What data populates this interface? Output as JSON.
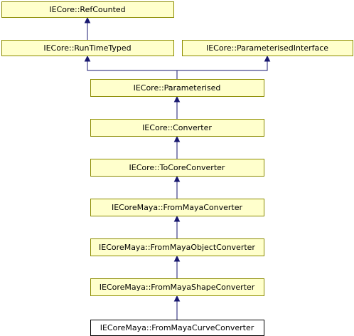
{
  "diagram": {
    "nodes": [
      {
        "id": "refcounted",
        "label": "IECore::RefCounted",
        "current": false
      },
      {
        "id": "runtimetyped",
        "label": "IECore::RunTimeTyped",
        "current": false
      },
      {
        "id": "parameterisedinterface",
        "label": "IECore::ParameterisedInterface",
        "current": false
      },
      {
        "id": "parameterised",
        "label": "IECore::Parameterised",
        "current": false
      },
      {
        "id": "converter",
        "label": "IECore::Converter",
        "current": false
      },
      {
        "id": "tocoreconverter",
        "label": "IECore::ToCoreConverter",
        "current": false
      },
      {
        "id": "frommayaconverter",
        "label": "IECoreMaya::FromMayaConverter",
        "current": false
      },
      {
        "id": "frommayaobjectconverter",
        "label": "IECoreMaya::FromMayaObjectConverter",
        "current": false
      },
      {
        "id": "frommayashapeconverter",
        "label": "IECoreMaya::FromMayaShapeConverter",
        "current": false
      },
      {
        "id": "frommayacurveconverter",
        "label": "IECoreMaya::FromMayaCurveConverter",
        "current": true
      }
    ],
    "edges": [
      {
        "from": "runtimetyped",
        "to": "refcounted"
      },
      {
        "from": "parameterised",
        "to": "runtimetyped"
      },
      {
        "from": "parameterised",
        "to": "parameterisedinterface"
      },
      {
        "from": "converter",
        "to": "parameterised"
      },
      {
        "from": "tocoreconverter",
        "to": "converter"
      },
      {
        "from": "frommayaconverter",
        "to": "tocoreconverter"
      },
      {
        "from": "frommayaobjectconverter",
        "to": "frommayaconverter"
      },
      {
        "from": "frommayashapeconverter",
        "to": "frommayaobjectconverter"
      },
      {
        "from": "frommayacurveconverter",
        "to": "frommayashapeconverter"
      }
    ]
  },
  "colors": {
    "node_fill": "#ffffcc",
    "node_border": "#8b8b00",
    "current_fill": "#ffffff",
    "current_border": "#000000",
    "edge": "#191970"
  }
}
